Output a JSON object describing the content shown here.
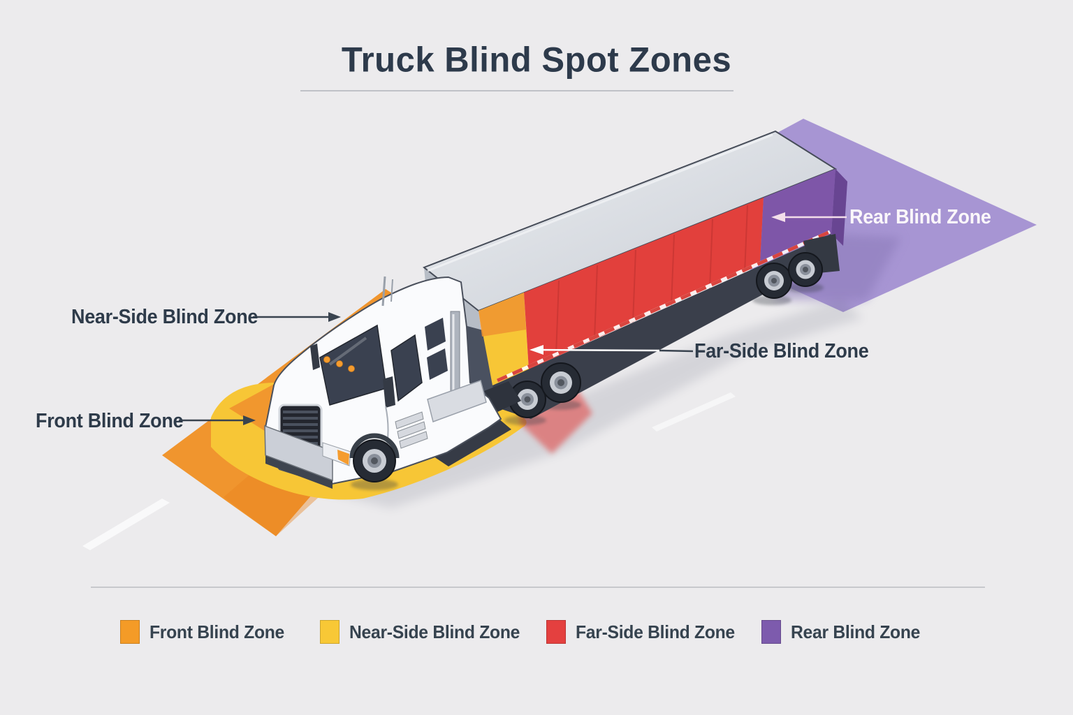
{
  "title": {
    "text": "Truck Blind Spot Zones",
    "color": "#2D3A4B"
  },
  "diagram": {
    "labels": {
      "near_side": {
        "text": "Near-Side Blind Zone",
        "color": "#2E3B4A",
        "arrow_color": "#39434F"
      },
      "front": {
        "text": "Front Blind Zone",
        "color": "#2E3B4A",
        "arrow_color": "#39434F"
      },
      "far_side": {
        "text": "Far-Side Blind Zone",
        "color": "#2E3B4A",
        "arrow_color": "#FFFFFF"
      },
      "rear": {
        "text": "Rear Blind Zone",
        "color": "#FBF7FA",
        "arrow_color": "#F3DEEA"
      }
    },
    "zones": {
      "front": {
        "label": "Front Blind Zone",
        "color": "#F0952E"
      },
      "near_side": {
        "label": "Near-Side Blind Zone",
        "color": "#F7C636"
      },
      "far_side": {
        "label": "Far-Side Blind Zone",
        "color": "#E2403C"
      },
      "rear": {
        "label": "Rear Blind Zone",
        "ground_color": "#A795D3",
        "trailer_color": "#7E56A8"
      }
    },
    "truck": {
      "cab_color": "#FAFBFD",
      "trailer_roof_color": "#D9DCE1"
    }
  },
  "legend": {
    "items": [
      {
        "label": "Front Blind Zone",
        "color": "#F49B27"
      },
      {
        "label": "Near-Side Blind Zone",
        "color": "#F8C836"
      },
      {
        "label": "Far-Side Blind Zone",
        "color": "#E4403F"
      },
      {
        "label": "Rear Blind Zone",
        "color": "#7D5BAD"
      }
    ]
  }
}
